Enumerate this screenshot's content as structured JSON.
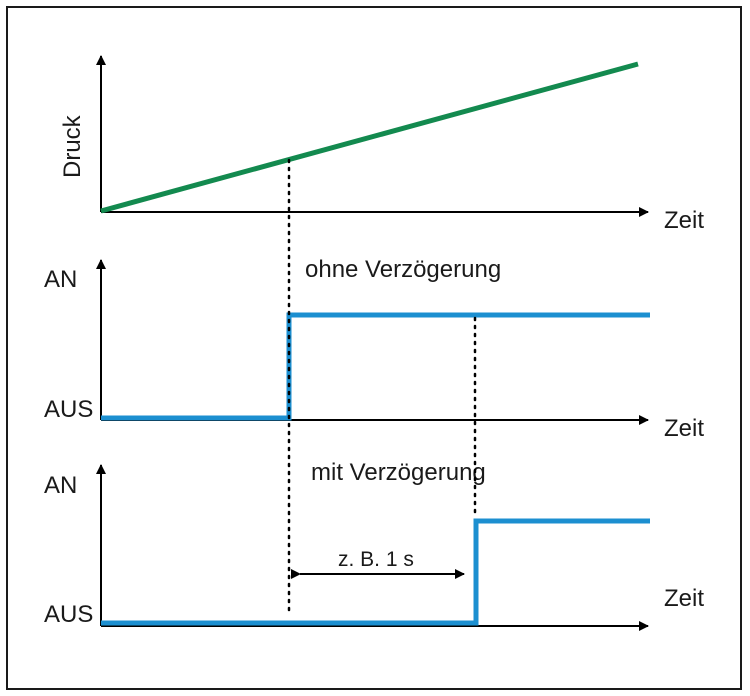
{
  "colors": {
    "frame": "#1a1a1a",
    "axis": "#000000",
    "pressure_line": "#138a4f",
    "signal_line": "#1c8fd0"
  },
  "top_plot": {
    "y_label": "Druck",
    "x_label": "Zeit"
  },
  "middle_plot": {
    "title": "ohne Verzögerung",
    "on_label": "AN",
    "off_label": "AUS",
    "x_label": "Zeit"
  },
  "bottom_plot": {
    "title": "mit Verzögerung",
    "on_label": "AN",
    "off_label": "AUS",
    "x_label": "Zeit",
    "delay_label": "z. B. 1 s"
  }
}
